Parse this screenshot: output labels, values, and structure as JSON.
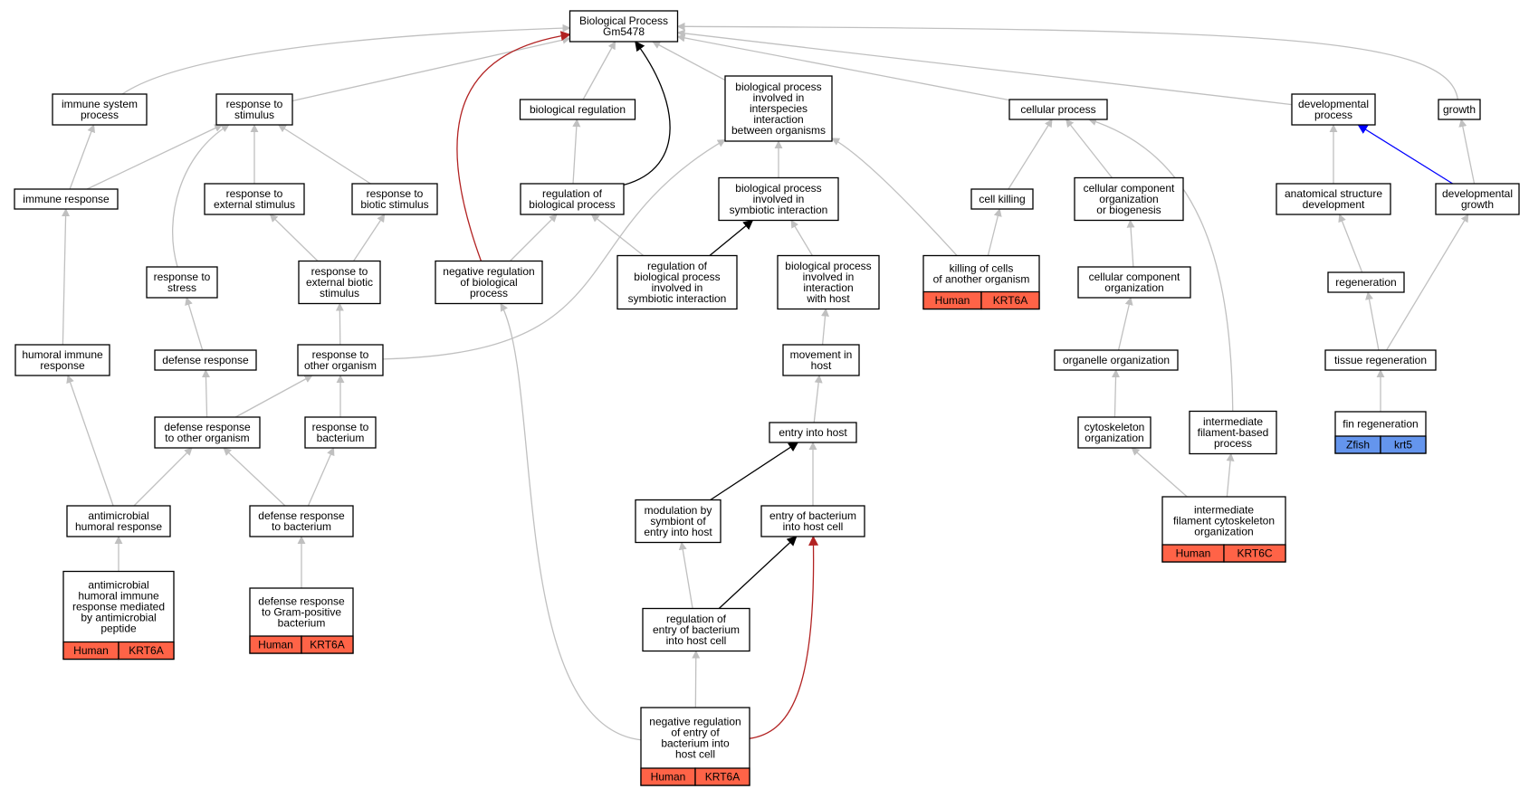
{
  "colors": {
    "edge_default": "#c0c0c0",
    "edge_black": "#000000",
    "edge_red": "#b22222",
    "edge_blue": "#0000ff",
    "human_cell": "#ff6347",
    "zfish_cell": "#6495ed"
  },
  "nodes": [
    {
      "id": "bp",
      "lines": [
        "Biological Process",
        "Gm5478"
      ]
    },
    {
      "id": "isp",
      "lines": [
        "immune system",
        "process"
      ]
    },
    {
      "id": "rts",
      "lines": [
        "response to",
        "stimulus"
      ]
    },
    {
      "id": "breg",
      "lines": [
        "biological regulation"
      ]
    },
    {
      "id": "bpii",
      "lines": [
        "biological process",
        "involved in",
        "interspecies",
        "interaction",
        "between organisms"
      ]
    },
    {
      "id": "cp",
      "lines": [
        "cellular process"
      ]
    },
    {
      "id": "dp",
      "lines": [
        "developmental",
        "process"
      ]
    },
    {
      "id": "gr",
      "lines": [
        "growth"
      ]
    },
    {
      "id": "ir",
      "lines": [
        "immune response"
      ]
    },
    {
      "id": "rtes",
      "lines": [
        "response to",
        "external stimulus"
      ]
    },
    {
      "id": "rtbs",
      "lines": [
        "response to",
        "biotic stimulus"
      ]
    },
    {
      "id": "rbp",
      "lines": [
        "regulation of",
        "biological process"
      ]
    },
    {
      "id": "bpsi",
      "lines": [
        "biological process",
        "involved in",
        "symbiotic interaction"
      ]
    },
    {
      "id": "ck",
      "lines": [
        "cell killing"
      ]
    },
    {
      "id": "ccob",
      "lines": [
        "cellular component",
        "organization",
        "or biogenesis"
      ]
    },
    {
      "id": "asd",
      "lines": [
        "anatomical structure",
        "development"
      ]
    },
    {
      "id": "dg",
      "lines": [
        "developmental",
        "growth"
      ]
    },
    {
      "id": "rtstr",
      "lines": [
        "response to",
        "stress"
      ]
    },
    {
      "id": "rtebs",
      "lines": [
        "response to",
        "external biotic",
        "stimulus"
      ]
    },
    {
      "id": "nrbp",
      "lines": [
        "negative regulation",
        "of biological",
        "process"
      ]
    },
    {
      "id": "rbpsi",
      "lines": [
        "regulation of",
        "biological process",
        "involved in",
        "symbiotic interaction"
      ]
    },
    {
      "id": "bpiwh",
      "lines": [
        "biological process",
        "involved in",
        "interaction",
        "with host"
      ]
    },
    {
      "id": "kcao",
      "lines": [
        "killing of cells",
        "of another organism"
      ],
      "species": "Human",
      "gene": "KRT6A"
    },
    {
      "id": "cco",
      "lines": [
        "cellular component",
        "organization"
      ]
    },
    {
      "id": "regen",
      "lines": [
        "regeneration"
      ]
    },
    {
      "id": "hir",
      "lines": [
        "humoral immune",
        "response"
      ]
    },
    {
      "id": "defr",
      "lines": [
        "defense response"
      ]
    },
    {
      "id": "rtoo",
      "lines": [
        "response to",
        "other organism"
      ]
    },
    {
      "id": "mih",
      "lines": [
        "movement in",
        "host"
      ]
    },
    {
      "id": "oo",
      "lines": [
        "organelle organization"
      ]
    },
    {
      "id": "treg",
      "lines": [
        "tissue regeneration"
      ]
    },
    {
      "id": "drtoo",
      "lines": [
        "defense response",
        "to other organism"
      ]
    },
    {
      "id": "rtb",
      "lines": [
        "response to",
        "bacterium"
      ]
    },
    {
      "id": "eih",
      "lines": [
        "entry into host"
      ]
    },
    {
      "id": "cyto",
      "lines": [
        "cytoskeleton",
        "organization"
      ]
    },
    {
      "id": "ifbp",
      "lines": [
        "intermediate",
        "filament-based",
        "process"
      ]
    },
    {
      "id": "finr",
      "lines": [
        "fin regeneration"
      ],
      "species": "Zfish",
      "gene": "krt5"
    },
    {
      "id": "ahr",
      "lines": [
        "antimicrobial",
        "humoral response"
      ]
    },
    {
      "id": "drtb",
      "lines": [
        "defense response",
        "to bacterium"
      ]
    },
    {
      "id": "msei",
      "lines": [
        "modulation by",
        "symbiont of",
        "entry into host"
      ]
    },
    {
      "id": "ebihc",
      "lines": [
        "entry of bacterium",
        "into host cell"
      ]
    },
    {
      "id": "ifco",
      "lines": [
        "intermediate",
        "filament cytoskeleton",
        "organization"
      ],
      "species": "Human",
      "gene": "KRT6C"
    },
    {
      "id": "ahrmap",
      "lines": [
        "antimicrobial",
        "humoral immune",
        "response mediated",
        "by antimicrobial",
        "peptide"
      ],
      "species": "Human",
      "gene": "KRT6A"
    },
    {
      "id": "drtgpb",
      "lines": [
        "defense response",
        "to Gram-positive",
        "bacterium"
      ],
      "species": "Human",
      "gene": "KRT6A"
    },
    {
      "id": "rebihc",
      "lines": [
        "regulation of",
        "entry of bacterium",
        "into host cell"
      ]
    },
    {
      "id": "nrebihc",
      "lines": [
        "negative regulation",
        "of entry of",
        "bacterium into",
        "host cell"
      ],
      "species": "Human",
      "gene": "KRT6A"
    }
  ]
}
